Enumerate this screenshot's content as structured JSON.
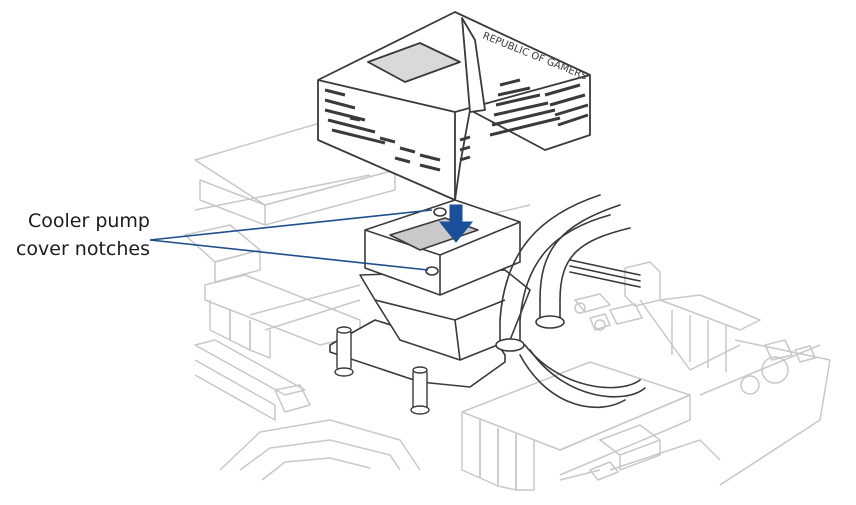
{
  "callout": {
    "line1": "Cooler pump",
    "line2": "cover notches"
  },
  "cover_logo_text": "REPUBLIC OF GAMERS",
  "colors": {
    "leader_line": "#1f4e8c",
    "arrow": "#1a4f9c",
    "outline_dark": "#3a3a3a",
    "outline_light": "#c8c8c8",
    "cover_fill": "#ffffff",
    "cover_window": "#d9d9d9",
    "pump_window": "#c9c9c9"
  },
  "icons": [
    "down-arrow-icon"
  ]
}
